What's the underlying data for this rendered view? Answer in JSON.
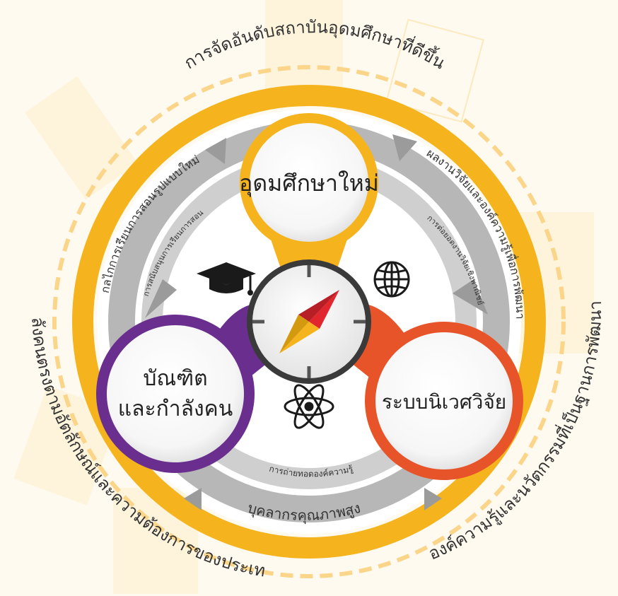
{
  "outer_labels": {
    "top": "การจัดอันดับสถาบันอุดมศึกษาที่ดีขึ้น",
    "left": "กำลังคนตรงตามอัตลักษณ์และความต้องการของประเทศ",
    "right": "องค์ความรู้และนวัตกรรมที่เป็นฐานการพัฒนา"
  },
  "ring_labels": {
    "left_outer": "กลไกการเรียนการสอนรูปแบบใหม่",
    "left_inner": "การสนับสนุนการเรียนการสอน",
    "right_outer": "ผลงานวิจัยและองค์ความรู้เพื่อการพัฒนา",
    "right_inner": "การต่อยอดงานวิจัยเชิงพาณิชย์",
    "bottom_outer": "บุคลากรคุณภาพสูง",
    "bottom_inner": "การถ่ายทอดองค์ความรู้"
  },
  "nodes": {
    "top": "อุดมศึกษาใหม่",
    "left_line1": "บัณฑิต",
    "left_line2": "และกำลังคน",
    "right": "ระบบนิเวศวิจัย"
  },
  "icons": {
    "top_left": "graduation-cap-icon",
    "top_right": "globe-icon",
    "bottom": "atom-icon",
    "center": "compass-icon"
  },
  "colors": {
    "gold": "#f5b41e",
    "purple": "#6a2f8e",
    "orange": "#e8542a",
    "grey": "#a6a6a6"
  }
}
